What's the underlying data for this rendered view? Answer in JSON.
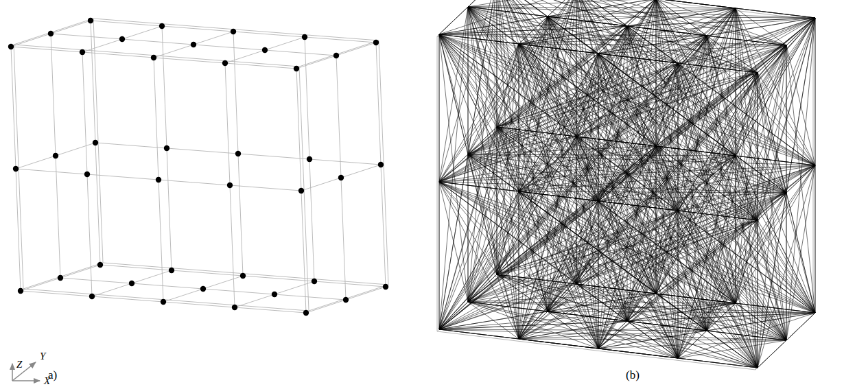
{
  "diagram": {
    "labels": [
      "Z",
      "Y",
      "X",
      "a)",
      "(b)"
    ]
  }
}
